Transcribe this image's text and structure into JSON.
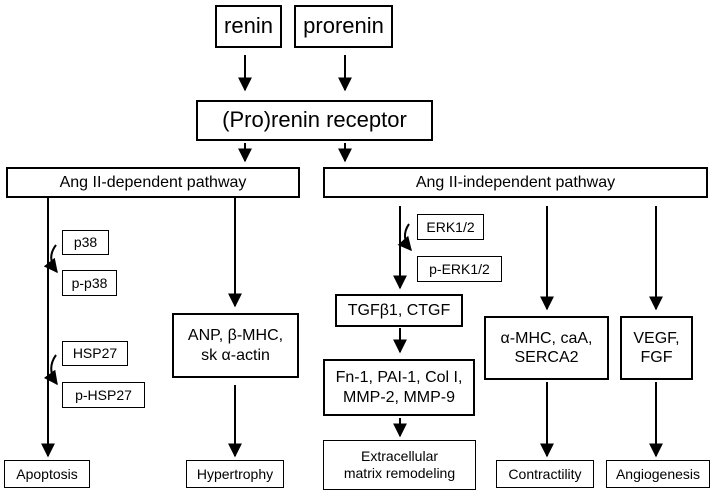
{
  "top": {
    "renin": "renin",
    "prorenin": "prorenin"
  },
  "receptor": "(Pro)renin receptor",
  "pathways": {
    "dependent": "Ang II-dependent pathway",
    "independent": "Ang II-independent pathway"
  },
  "dependent": {
    "p38": "p38",
    "p_p38": "p-p38",
    "hsp27": "HSP27",
    "p_hsp27": "p-HSP27",
    "apoptosis": "Apoptosis",
    "anp_line1": "ANP, β-MHC,",
    "anp_line2": "sk α-actin",
    "hypertrophy": "Hypertrophy"
  },
  "independent": {
    "erk": "ERK1/2",
    "p_erk": "p-ERK1/2",
    "tgf": "TGFβ1, CTGF",
    "fn_line1": "Fn-1, PAI-1, Col I,",
    "fn_line2": "MMP-2, MMP-9",
    "ecm_line1": "Extracellular",
    "ecm_line2": "matrix remodeling",
    "mhc_line1": "α-MHC, caA,",
    "mhc_line2": "SERCA2",
    "contractility": "Contractility",
    "vegf_line1": "VEGF,",
    "vegf_line2": "FGF",
    "angiogenesis": "Angiogenesis"
  }
}
